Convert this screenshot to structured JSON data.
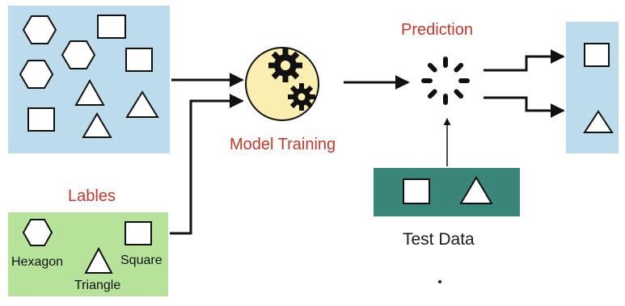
{
  "labels": {
    "prediction": "Prediction",
    "model_training": "Model Training",
    "lables": "Lables",
    "test_data": "Test Data",
    "hexagon": "Hexagon",
    "square": "Square",
    "triangle": "Triangle"
  },
  "colors": {
    "blue_panel": "#bcdcec",
    "green_panel": "#b7e29a",
    "teal_panel": "#3a8579",
    "gear_circle": "#faefb1",
    "red_text": "#c0392b",
    "stroke": "#111111"
  },
  "icons": [
    "hexagon-icon",
    "square-icon",
    "triangle-icon",
    "gear-icon",
    "loading-spinner-icon",
    "arrow-icon"
  ]
}
